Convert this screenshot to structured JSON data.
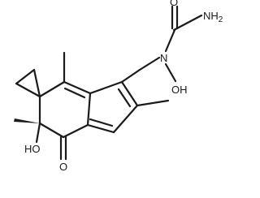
{
  "structure": {
    "atoms": {
      "nh2": {
        "main": "NH",
        "sub": "2"
      },
      "o_carbonyl_urea": "O",
      "n_urea": "N",
      "oh_n": "OH",
      "ho_ring": "HO",
      "o_ketone": "O"
    },
    "colors": {
      "bond": "#1a1a1a",
      "background": "#ffffff"
    }
  }
}
